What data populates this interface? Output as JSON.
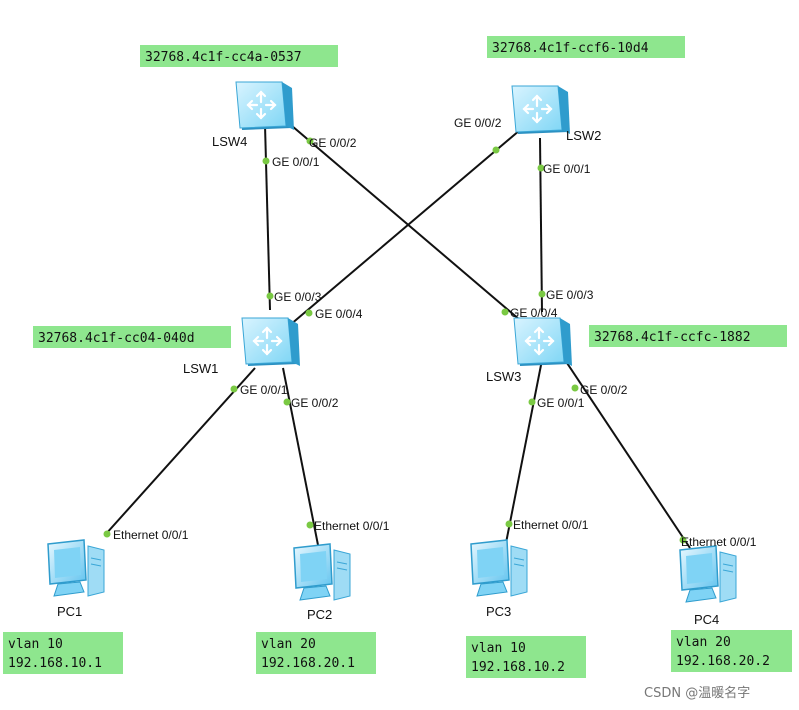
{
  "switches": [
    {
      "name": "LSW4",
      "bridge_id": "32768.4c1f-cc4a-0537"
    },
    {
      "name": "LSW2",
      "bridge_id": "32768.4c1f-ccf6-10d4"
    },
    {
      "name": "LSW1",
      "bridge_id": "32768.4c1f-cc04-040d"
    },
    {
      "name": "LSW3",
      "bridge_id": "32768.4c1f-ccfc-1882"
    }
  ],
  "pcs": [
    {
      "name": "PC1",
      "vlan": "vlan 10",
      "ip": "192.168.10.1",
      "port": "Ethernet 0/0/1"
    },
    {
      "name": "PC2",
      "vlan": "vlan 20",
      "ip": "192.168.20.1",
      "port": "Ethernet 0/0/1"
    },
    {
      "name": "PC3",
      "vlan": "vlan 10",
      "ip": "192.168.10.2",
      "port": "Ethernet 0/0/1"
    },
    {
      "name": "PC4",
      "vlan": "vlan 20",
      "ip": "192.168.20.2",
      "port": "Ethernet 0/0/1"
    }
  ],
  "ports": {
    "lsw4_g1": "GE 0/0/1",
    "lsw4_g2": "GE 0/0/2",
    "lsw2_g2": "GE 0/0/2",
    "lsw2_g1": "GE 0/0/1",
    "lsw1_g3": "GE 0/0/3",
    "lsw1_g4": "GE 0/0/4",
    "lsw1_g1": "GE 0/0/1",
    "lsw1_g2": "GE 0/0/2",
    "lsw3_g3": "GE 0/0/3",
    "lsw3_g4": "GE 0/0/4",
    "lsw3_g1": "GE 0/0/1",
    "lsw3_g2": "GE 0/0/2"
  },
  "watermark": "CSDN @温暖名字",
  "colors": {
    "tag_bg": "#8ee68e",
    "link": "#111111",
    "port_dot": "#7ac943",
    "switch": "#5cc7ee"
  }
}
